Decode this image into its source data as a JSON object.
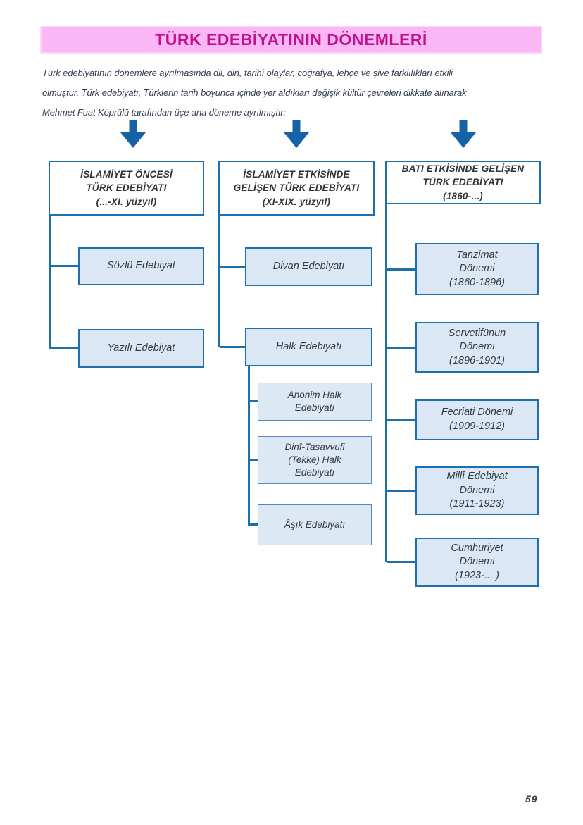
{
  "page": {
    "title": "TÜRK EDEBİYATININ DÖNEMLERİ",
    "intro": "Türk edebiyatının dönemlere ayrılmasında dil, din, tarihî olaylar, coğrafya, lehçe ve şive farklılıkları etkili\nolmuştur. Türk edebiyatı, Türklerin tarih boyunca içinde yer aldıkları değişik kültür çevreleri dikkate alınarak\nMehmet Fuat Köprülü tarafından üçe ana döneme ayrılmıştır:",
    "page_number": "59"
  },
  "colors": {
    "banner_background": "#fbb6f6",
    "title_text": "#c0138b",
    "box_border_blue": "#1d6fae",
    "box_fill_light_blue": "#dbe7f4",
    "arrow_blue": "#1563a6",
    "body_text": "#333d52"
  },
  "icons": {
    "down_arrow": "down-arrow"
  },
  "diagram": {
    "columns": [
      {
        "header": "İSLAMİYET ÖNCESİ\nTÜRK EDEBİYATI\n(...-XI. yüzyıl)",
        "children": [
          {
            "label": "Sözlü Edebiyat"
          },
          {
            "label": "Yazılı Edebiyat"
          }
        ]
      },
      {
        "header": "İSLAMİYET ETKİSİNDE\nGELİŞEN TÜRK EDEBİYATI\n(XI-XIX. yüzyıl)",
        "children": [
          {
            "label": "Divan Edebiyatı"
          },
          {
            "label": "Halk Edebiyatı",
            "children": [
              {
                "label": "Anonim Halk\nEdebiyatı"
              },
              {
                "label": "Dinî-Tasavvufi\n(Tekke) Halk\nEdebiyatı"
              },
              {
                "label": "Âşık Edebiyatı"
              }
            ]
          }
        ]
      },
      {
        "header": "BATI ETKİSİNDE GELİŞEN\nTÜRK EDEBİYATI\n(1860-...)",
        "children": [
          {
            "label": "Tanzimat\nDönemi\n(1860-1896)"
          },
          {
            "label": "Servetifünun\nDönemi\n(1896-1901)"
          },
          {
            "label": "Fecriati Dönemi\n(1909-1912)"
          },
          {
            "label": "Millî Edebiyat\nDönemi\n(1911-1923)"
          },
          {
            "label": "Cumhuriyet\nDönemi\n(1923-... )"
          }
        ]
      }
    ]
  }
}
